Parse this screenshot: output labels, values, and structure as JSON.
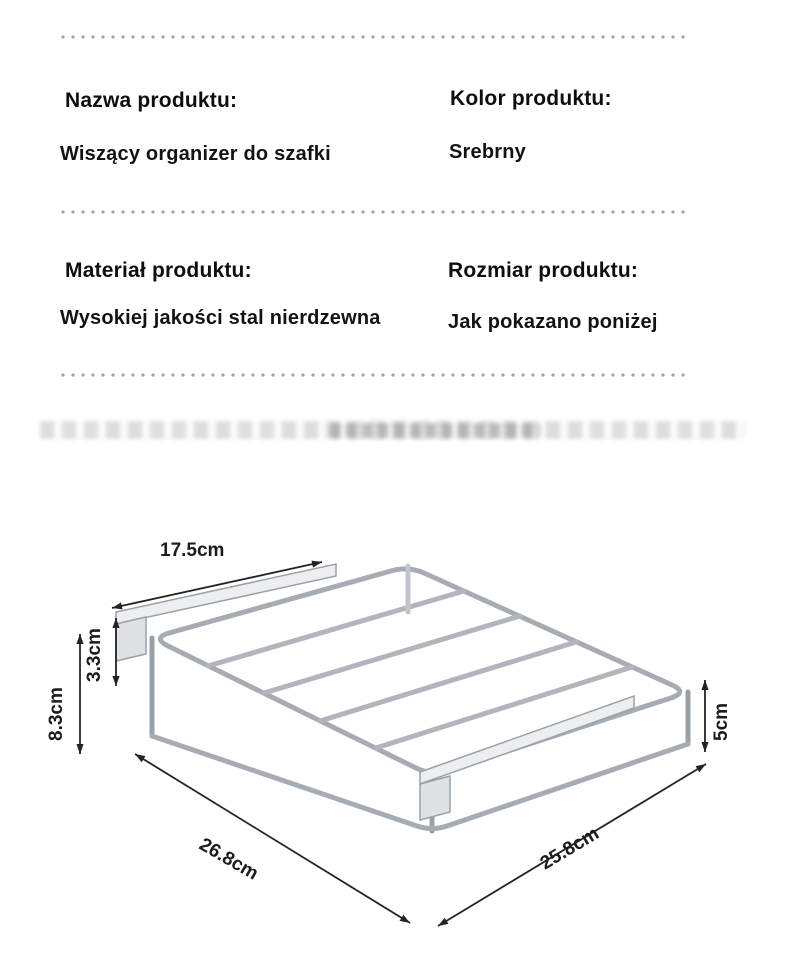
{
  "sections": [
    {
      "left": {
        "label": "Nazwa produktu:",
        "value": "Wiszący organizer do szafki"
      },
      "right": {
        "label": "Kolor produktu:",
        "value": "Srebrny"
      }
    },
    {
      "left": {
        "label": "Materiał produktu:",
        "value": "Wysokiej jakości stal nierdzewna"
      },
      "right": {
        "label": "Rozmiar produktu:",
        "value": "Jak pokazano poniżej"
      }
    }
  ],
  "diagram": {
    "type": "dimension-drawing",
    "labels": {
      "bracket_length": "17.5cm",
      "bracket_height": "3.3cm",
      "side_height": "8.3cm",
      "rail_height": "5cm",
      "length": "26.8cm",
      "width": "25.8cm"
    },
    "colors": {
      "wire": "#b2b6bc",
      "wire_dark": "#9ba0a7",
      "bracket_fill": "#eceef0",
      "annotation": "#232323",
      "divider_dot": "#a3a3a3"
    }
  }
}
